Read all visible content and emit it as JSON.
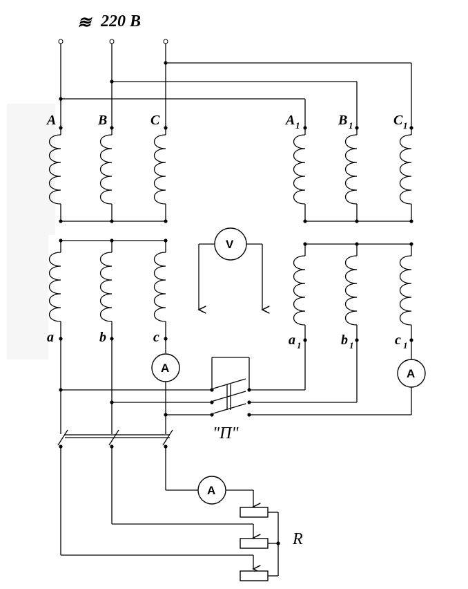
{
  "supply": {
    "symbol": "≋",
    "voltage": "220 В"
  },
  "primary_terminals": [
    "A",
    "B",
    "C"
  ],
  "primary2_terminals": [
    {
      "letter": "A",
      "sub": "1"
    },
    {
      "letter": "B",
      "sub": "1"
    },
    {
      "letter": "C",
      "sub": "1"
    }
  ],
  "secondary_terminals": [
    "a",
    "b",
    "c"
  ],
  "secondary2_terminals": [
    {
      "letter": "a",
      "sub": "1"
    },
    {
      "letter": "b",
      "sub": "1"
    },
    {
      "letter": "c",
      "sub": "1"
    }
  ],
  "meters": {
    "voltmeter": "V",
    "ammeter": "A"
  },
  "switch_label": "\"П\"",
  "load_label": "R"
}
